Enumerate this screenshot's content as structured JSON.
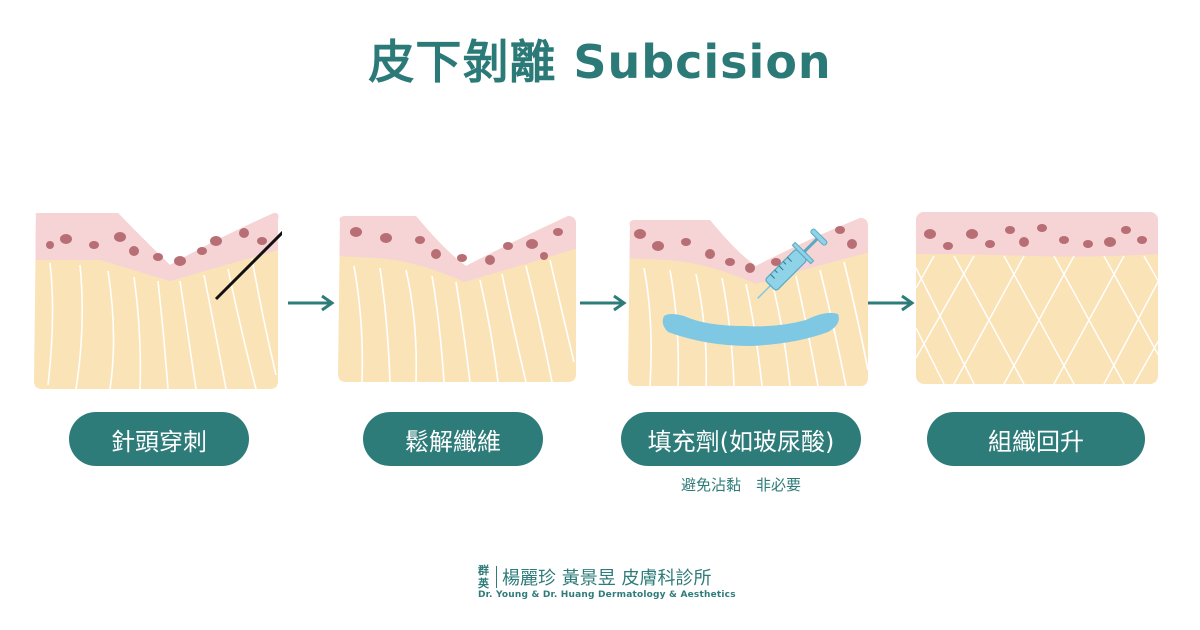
{
  "title": "皮下剝離 Subcision",
  "steps": [
    {
      "label": "針頭穿刺",
      "note": ""
    },
    {
      "label": "鬆解纖維",
      "note": ""
    },
    {
      "label": "填充劑(如玻尿酸)",
      "note": "避免沾黏　非必要"
    },
    {
      "label": "組織回升",
      "note": ""
    }
  ],
  "footer": {
    "mark_top": "群",
    "mark_bottom": "英",
    "clinic_zh": "楊麗珍 黃景昱 皮膚科診所",
    "clinic_en": "Dr. Young & Dr. Huang  Dermatology & Aesthetics"
  },
  "colors": {
    "teal": "#2e7c7a",
    "skin_top": "#f6d3d5",
    "skin_base": "#fbe3b8",
    "dots": "#b76e74",
    "filler": "#7ec8e3",
    "syringe": "#8fd3e8"
  },
  "icons": [
    "needle-icon",
    "syringe-icon",
    "arrow-right-icon"
  ]
}
